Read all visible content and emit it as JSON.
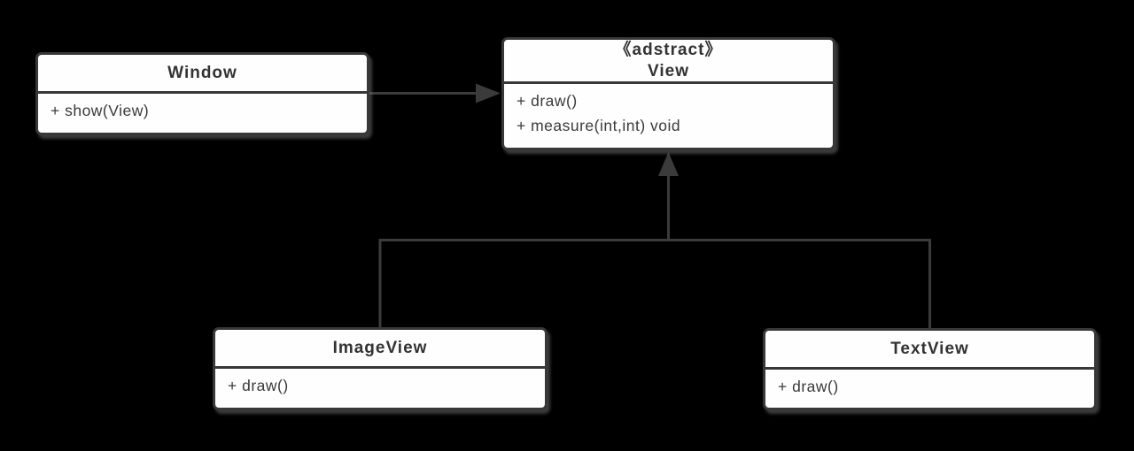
{
  "diagram": {
    "type": "uml-class-diagram",
    "colors": {
      "background": "#000000",
      "box_fill": "#fefefe",
      "stroke": "#383838",
      "text": "#333333"
    },
    "classes": {
      "window": {
        "name": "Window",
        "methods": [
          "+ show(View)"
        ]
      },
      "view": {
        "stereotype": "《adstract》",
        "name": "View",
        "methods": [
          "+ draw()",
          "+ measure(int,int) void"
        ]
      },
      "imageview": {
        "name": "ImageView",
        "methods": [
          "+ draw()"
        ]
      },
      "textview": {
        "name": "TextView",
        "methods": [
          "+ draw()"
        ]
      }
    },
    "relations": [
      {
        "from": "Window",
        "to": "View",
        "type": "directed-association"
      },
      {
        "from": "ImageView",
        "to": "View",
        "type": "generalization"
      },
      {
        "from": "TextView",
        "to": "View",
        "type": "generalization"
      }
    ]
  }
}
